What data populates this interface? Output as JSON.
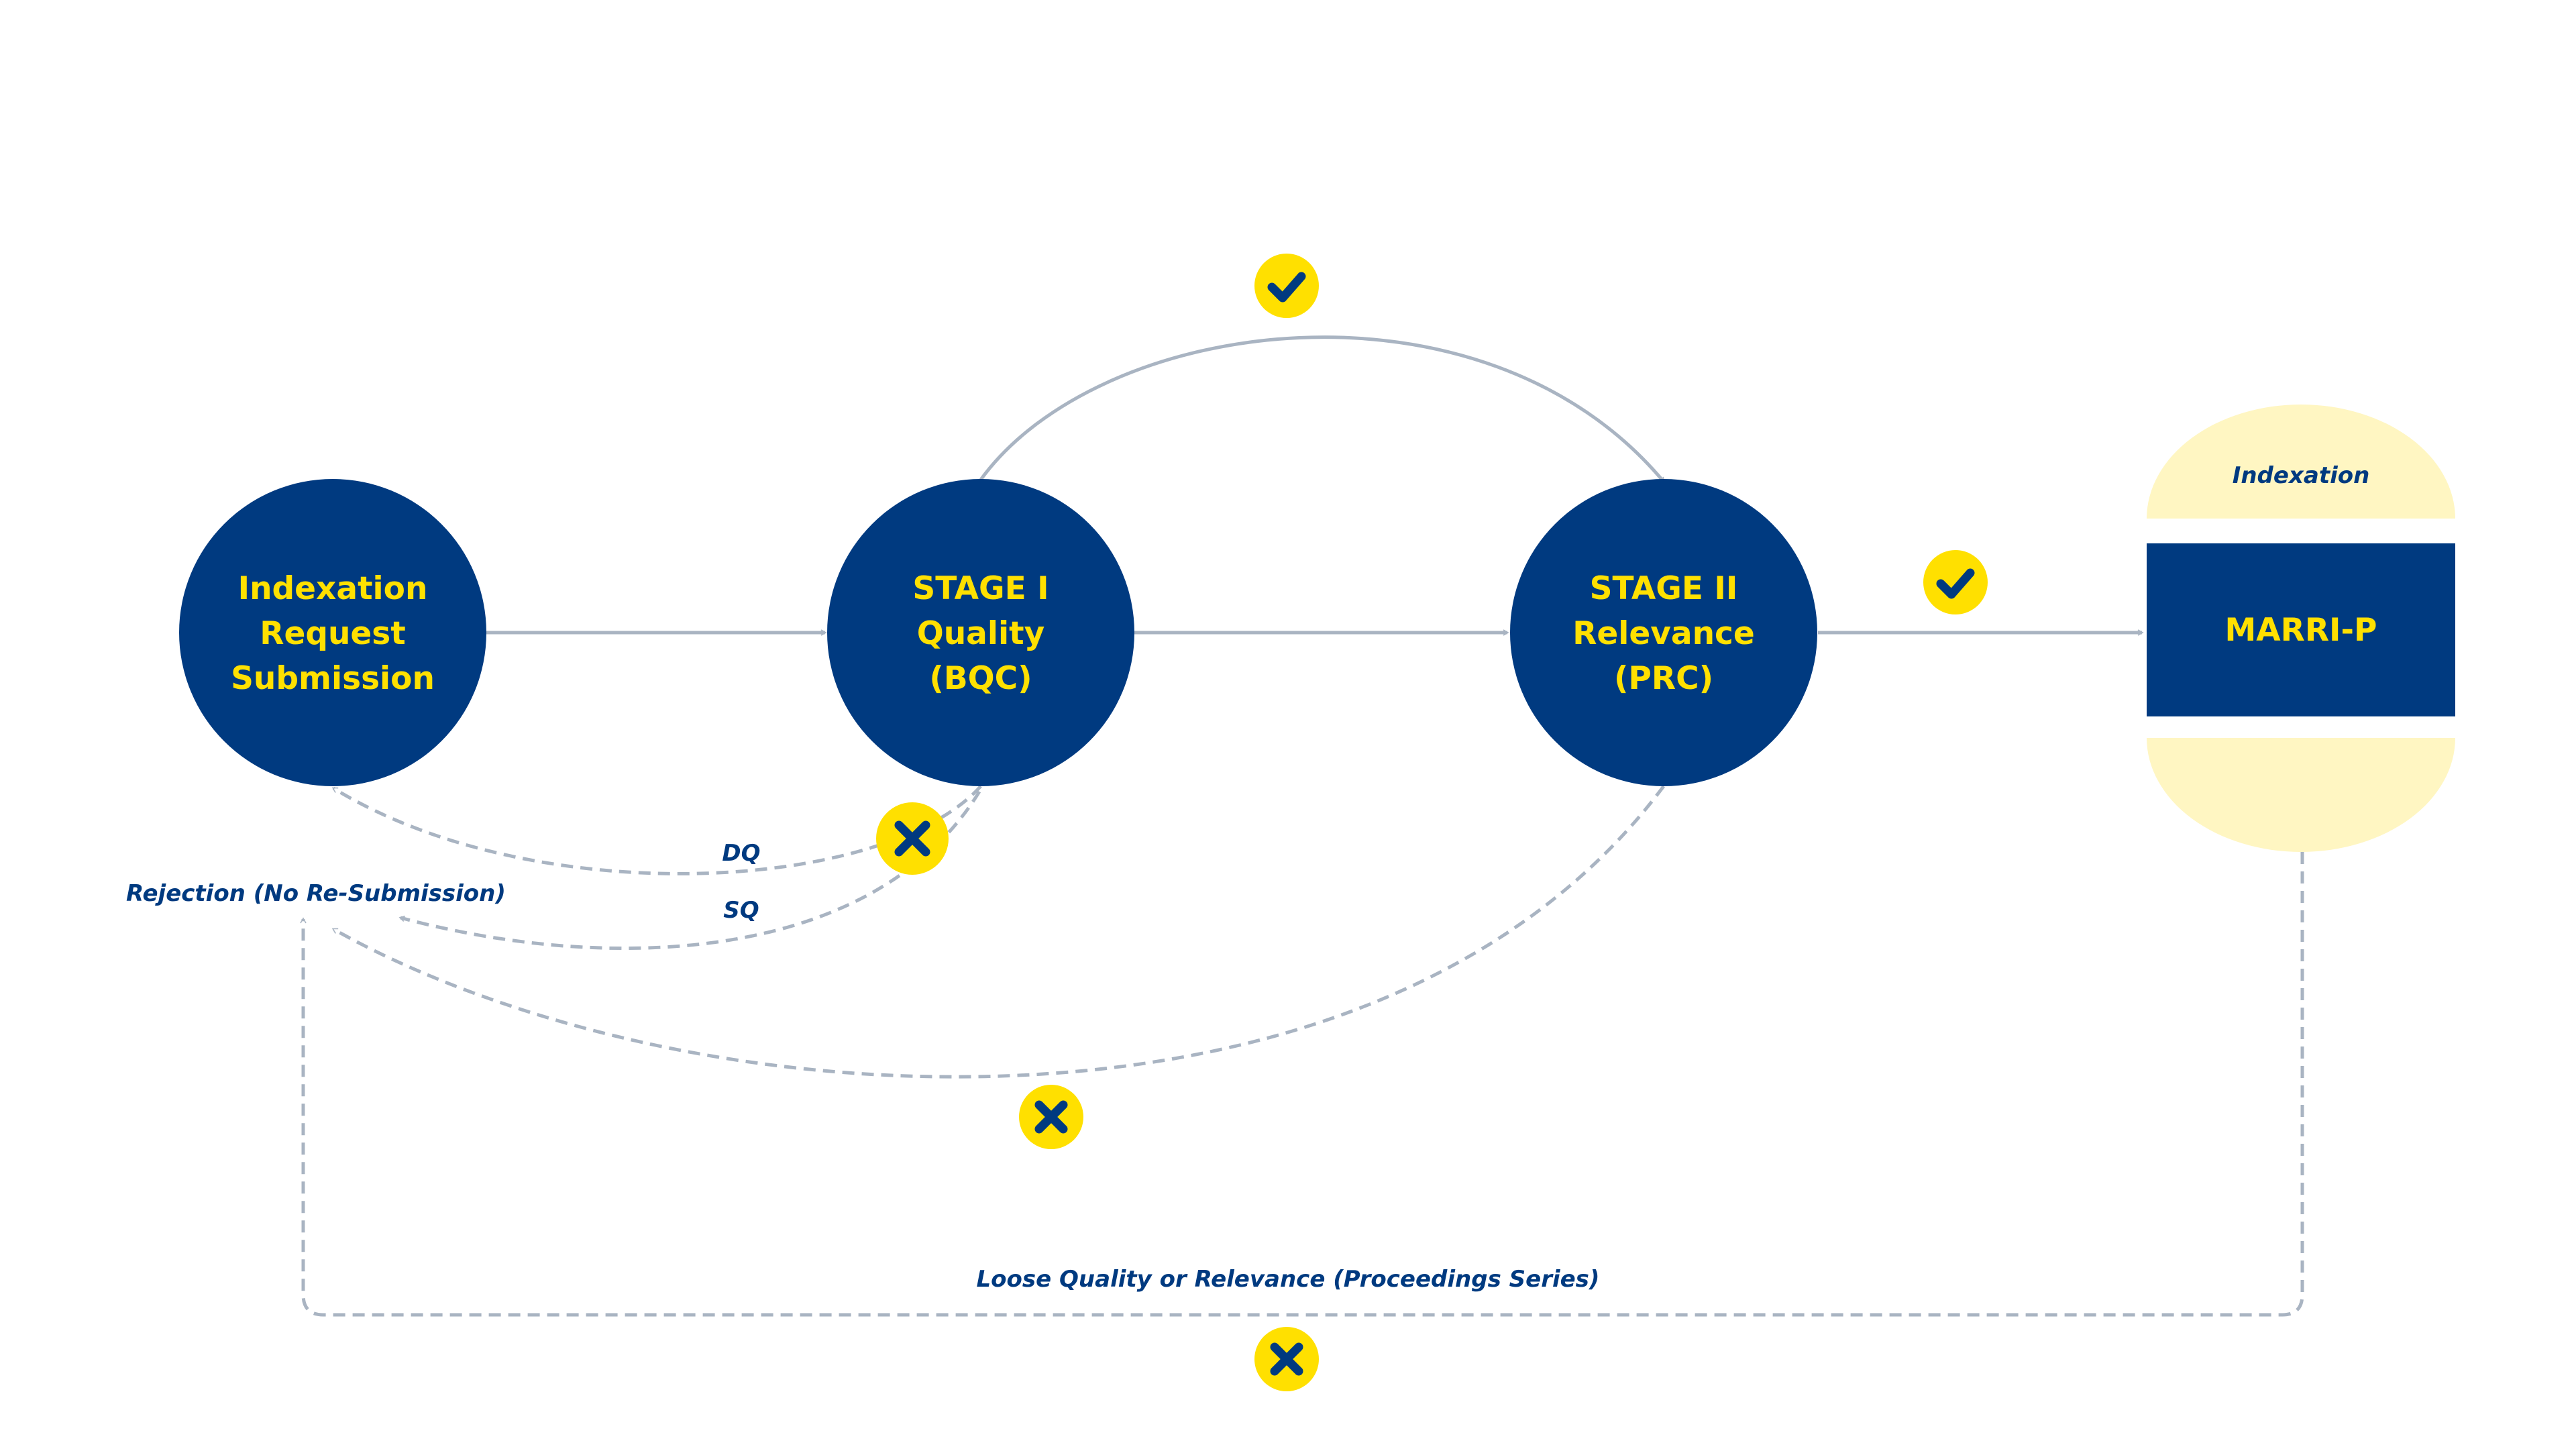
{
  "colors": {
    "node_fill": "#003A80",
    "node_text": "#FFE000",
    "label_text": "#003A80",
    "arrow": "#A9B4C2",
    "badge_fill": "#FFE000",
    "badge_glyph": "#003A80",
    "capsule_fill": "#FFF6C2"
  },
  "nodes": {
    "submission": {
      "line1": "Indexation",
      "line2": "Request",
      "line3": "Submission"
    },
    "stage1": {
      "line1": "STAGE I",
      "line2": "Quality",
      "line3": "(BQC)"
    },
    "stage2": {
      "line1": "STAGE II",
      "line2": "Relevance",
      "line3": "(PRC)"
    },
    "marri": {
      "label": "MARRI-P",
      "header": "Indexation"
    }
  },
  "labels": {
    "dq": "DQ",
    "sq": "SQ",
    "rejection": "Rejection (No Re-Submission)",
    "loose": "Loose Quality or Relevance (Proceedings Series)"
  },
  "badges": [
    {
      "id": "check-bypass",
      "icon": "check-icon"
    },
    {
      "id": "check-stage2-to-marri",
      "icon": "check-icon"
    },
    {
      "id": "cross-stage1-reject",
      "icon": "cross-icon"
    },
    {
      "id": "cross-stage2-reject",
      "icon": "cross-icon"
    },
    {
      "id": "cross-marri-reject",
      "icon": "cross-icon"
    }
  ]
}
